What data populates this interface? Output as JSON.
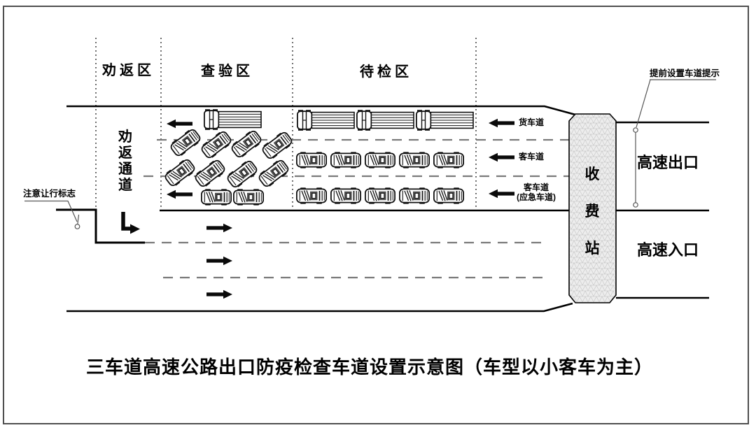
{
  "title": "三车道高速公路出口防疫检查车道设置示意图（车型以小客车为主）",
  "zones": {
    "turn_back": "劝返区",
    "inspection": "查验区",
    "waiting": "待检区"
  },
  "labels": {
    "channel": "劝返通道",
    "yield_note": "注意让行标志",
    "advance_note": "提前设置车道提示",
    "truck_lane": "货车道",
    "bus_lane": "客车道",
    "emergency_lane": "客车道\n(应急车道)",
    "toll": "收费站",
    "exit": "高速出口",
    "entrance": "高速入口"
  },
  "diagram": {
    "colors": {
      "road_line": "#000000",
      "lane_divider": "#7a7a7a",
      "zone_dotted": "#333333",
      "toll_fill": "#ededed",
      "leader_line": "#555555"
    },
    "vehicles": {
      "inspection_trucks": 1,
      "inspection_angled_car_rows": [
        4,
        4
      ],
      "inspection_emergency_cars": 2,
      "waiting_trucks": 3,
      "waiting_bus_cars": 5,
      "waiting_emergency_cars": 5
    }
  }
}
